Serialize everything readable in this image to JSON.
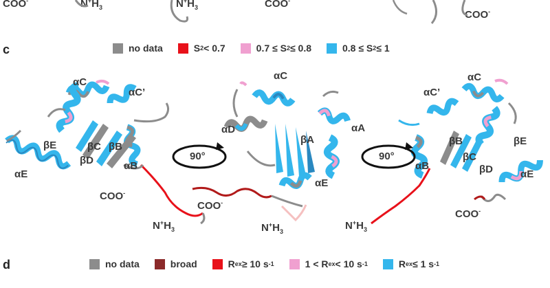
{
  "top_labels": {
    "coo_left": "COO",
    "nh3_left": "N",
    "nh3_mid": "N",
    "coo_mid": "COO",
    "coo_right": "COO",
    "plus": "+",
    "three": "3",
    "minus": "-",
    "h": "H"
  },
  "panel_c": {
    "letter": "c",
    "legend": [
      {
        "label": "no data",
        "color": "#8c8c8c"
      },
      {
        "label": "S",
        "sup": "2",
        "rest": " < 0.7",
        "color": "#e8111a"
      },
      {
        "label": "0.7 ≤ S",
        "sup": "2",
        "rest": " ≤ 0.8",
        "color": "#f0a0d0"
      },
      {
        "label": "0.8 ≤ S",
        "sup": "2",
        "rest": " ≤ 1",
        "color": "#34b6ec"
      }
    ],
    "rotation_left": "90°",
    "rotation_right": "90°",
    "left": {
      "aC": "αC",
      "aCp": "αC’",
      "bE": "βE",
      "bC": "βC",
      "bB": "βB",
      "bD": "βD",
      "aE": "αE",
      "aB": "αB",
      "coo": "COO",
      "nh": "N"
    },
    "middle": {
      "aC": "αC",
      "aD": "αD",
      "aA": "αA",
      "bA": "βA",
      "aE": "αE",
      "coo": "COO",
      "nh": "N"
    },
    "right": {
      "aCp": "αC’",
      "aC": "αC",
      "bB": "βB",
      "bE": "βE",
      "aB": "αB",
      "bC": "βC",
      "bD": "βD",
      "aE": "αE",
      "coo": "COO",
      "nh": "N"
    }
  },
  "panel_d": {
    "letter": "d",
    "legend": [
      {
        "label": "no data",
        "color": "#8c8c8c"
      },
      {
        "label": "broad",
        "color": "#8b2a2a"
      },
      {
        "pre": "R",
        "sub": "ex",
        "mid": " ≥ 10 s",
        "sup": "-1",
        "color": "#e8111a"
      },
      {
        "pre": "1 < R",
        "sub": "ex",
        "mid": " < 10 s",
        "sup": "-1",
        "color": "#f0a0d0"
      },
      {
        "pre": "R",
        "sub": "ex",
        "mid": " ≤ 1 s",
        "sup": "-1",
        "color": "#34b6ec"
      }
    ]
  },
  "colors": {
    "gray": "#8c8c8c",
    "red": "#e8111a",
    "pink": "#f0a0d0",
    "blue": "#34b6ec",
    "darkblue": "#2a88c0"
  }
}
